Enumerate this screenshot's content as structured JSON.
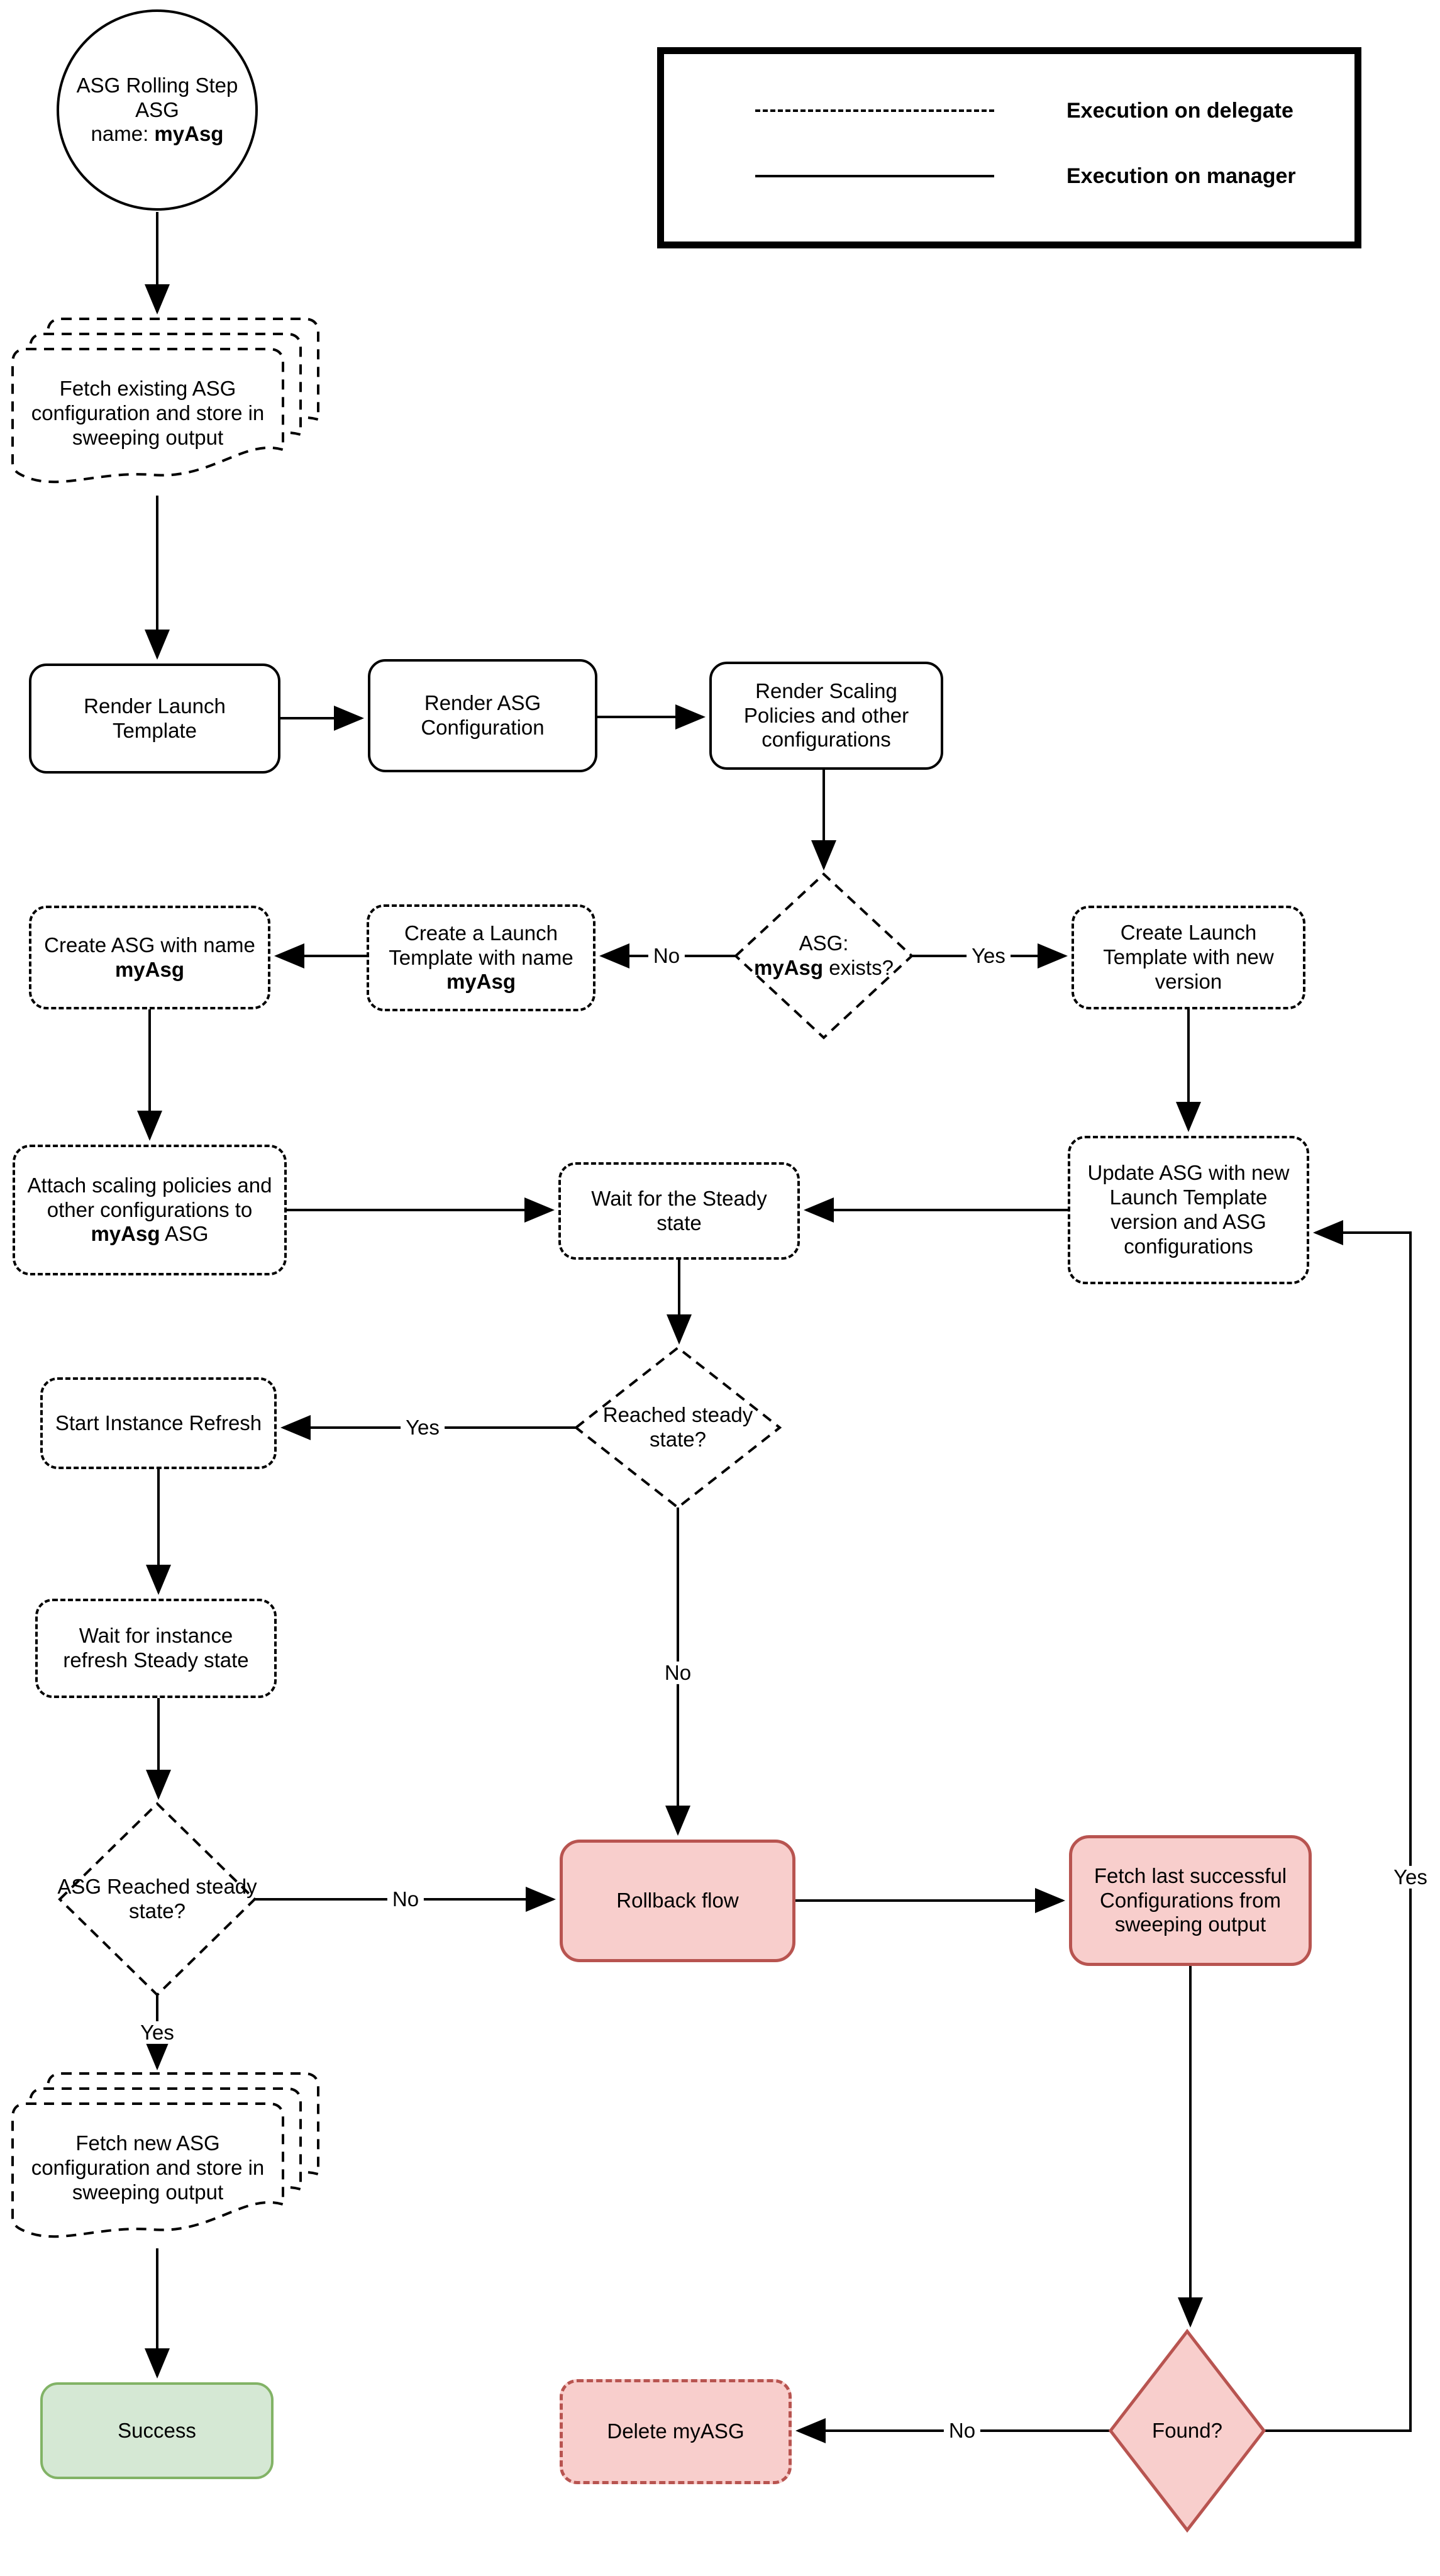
{
  "colors": {
    "pink_fill": "#f8cecc",
    "pink_stroke": "#b85450",
    "green_fill": "#d5e8d4",
    "green_stroke": "#82b366",
    "line": "#000000"
  },
  "legend": {
    "delegate_label": "Execution on delegate",
    "manager_label": "Execution on manager"
  },
  "labels": {
    "yes": "Yes",
    "no": "No"
  },
  "nodes": {
    "start": {
      "line1": "ASG Rolling Step",
      "line2": "ASG",
      "name_prefix": "name: ",
      "asg_name": "myAsg"
    },
    "fetch_existing": {
      "text": "Fetch existing ASG configuration and store in sweeping output"
    },
    "render_launch_template": {
      "text": "Render Launch Template"
    },
    "render_asg_configuration": {
      "text": "Render ASG Configuration"
    },
    "render_scaling_policies": {
      "text": "Render Scaling Policies and other configurations"
    },
    "asg_exists_decision": {
      "line1": "ASG:",
      "bold": "myAsg",
      "line2_suffix": " exists?"
    },
    "create_launch_template_named": {
      "pre": "Create a Launch Template with name ",
      "bold": "myAsg"
    },
    "create_asg_named": {
      "pre": "Create ASG with name ",
      "bold": "myAsg"
    },
    "create_launch_template_new_version": {
      "text": "Create Launch Template with new version"
    },
    "attach_scaling_policies": {
      "pre": "Attach scaling policies and other configurations to ",
      "bold": "myAsg",
      "post": " ASG"
    },
    "wait_steady_state": {
      "text": "Wait for the Steady state"
    },
    "update_asg": {
      "text": "Update ASG with new Launch Template version and ASG configurations"
    },
    "reached_steady_decision": {
      "text": "Reached steady state?"
    },
    "start_instance_refresh": {
      "text": "Start Instance Refresh"
    },
    "wait_instance_refresh": {
      "text": "Wait for instance refresh Steady state"
    },
    "asg_reached_steady_decision": {
      "text": "ASG Reached steady state?"
    },
    "rollback_flow": {
      "text": "Rollback flow"
    },
    "fetch_last_successful": {
      "text": "Fetch last successful Configurations from sweeping output"
    },
    "fetch_new_config": {
      "text": "Fetch new ASG configuration and store in sweeping output"
    },
    "success": {
      "text": "Success"
    },
    "delete_myasg": {
      "text": "Delete myASG"
    },
    "found_decision": {
      "text": "Found?"
    }
  }
}
